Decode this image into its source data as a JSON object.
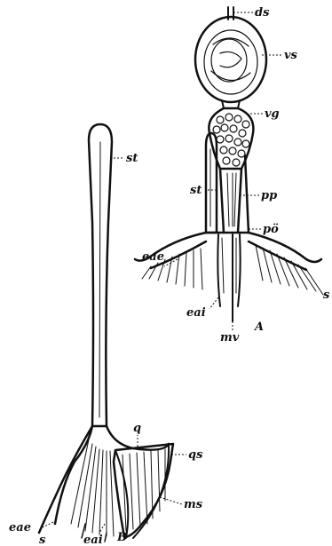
{
  "figure": {
    "panel_a": {
      "letter": "A",
      "labels": {
        "ds": "ds",
        "vs": "vs",
        "vg": "vg",
        "pp": "pp",
        "st": "st",
        "po": "pö",
        "eae": "eae",
        "s": "s",
        "eai": "eai",
        "mv": "mv"
      }
    },
    "panel_b": {
      "letter": "B",
      "labels": {
        "st": "st",
        "q": "q",
        "qs": "qs",
        "ms": "ms",
        "eae": "eae",
        "s": "s",
        "eai": "eai"
      }
    }
  }
}
